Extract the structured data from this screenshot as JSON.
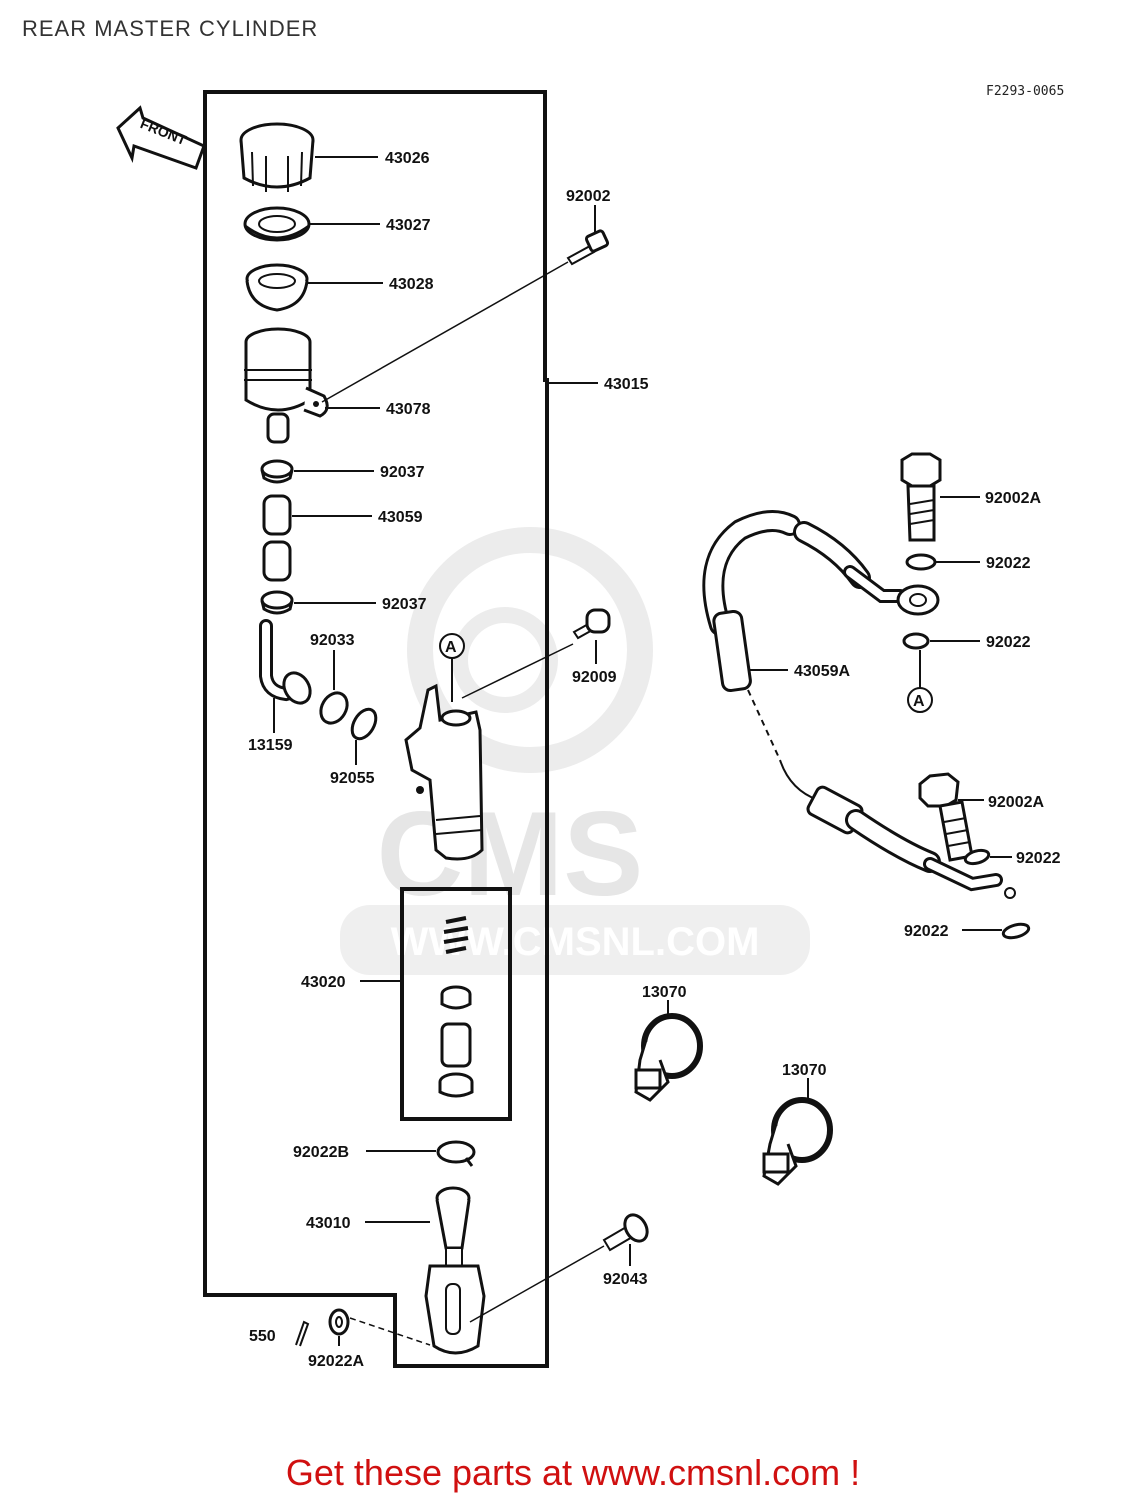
{
  "page": {
    "title": "REAR MASTER CYLINDER",
    "diagram_code": "F2293-0065",
    "front_arrow_label": "FRONT",
    "callout_letter": "A",
    "footer_text": "Get these parts at www.cmsnl.com !"
  },
  "watermark": {
    "brand": "CMS",
    "url": "WWW.CMSNL.COM"
  },
  "parts": {
    "p43026": "43026",
    "p43027": "43027",
    "p43028": "43028",
    "p43078": "43078",
    "p92037a": "92037",
    "p43059": "43059",
    "p92037b": "92037",
    "p92033": "92033",
    "p13159": "13159",
    "p92055": "92055",
    "p92009": "92009",
    "p43015": "43015",
    "p92002": "92002",
    "p43020": "43020",
    "p92022B": "92022B",
    "p43010": "43010",
    "p550": "550",
    "p92022A": "92022A",
    "p92043": "92043",
    "p92002A_top": "92002A",
    "p92022_1": "92022",
    "p92022_2": "92022",
    "p43059A": "43059A",
    "p92002A_bot": "92002A",
    "p92022_3": "92022",
    "p92022_4": "92022",
    "p13070a": "13070",
    "p13070b": "13070"
  },
  "colors": {
    "ink": "#111111",
    "footer": "#d01010",
    "watermark": "#e6e6e6"
  }
}
